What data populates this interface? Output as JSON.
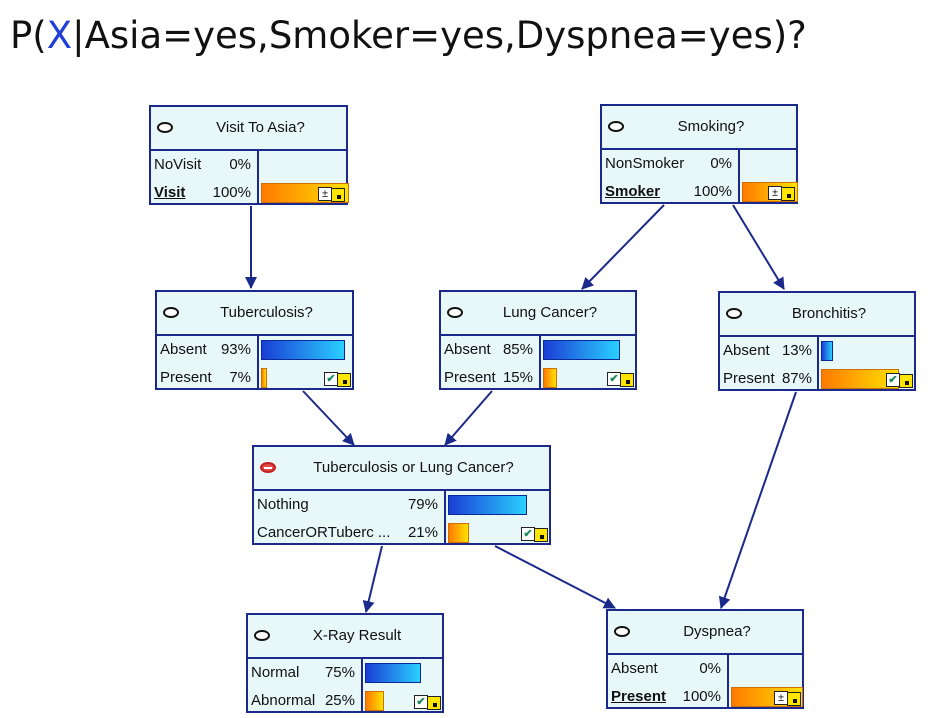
{
  "query": {
    "prefix": "P(",
    "var": "X",
    "rest": "|Asia=yes,Smoker=yes,Dyspnea=yes)?"
  },
  "colors": {
    "border": "#1b2a8a",
    "node_bg": "#e8f7f8",
    "edge": "#1b2a8a",
    "bar_blue": "#1a3ed6",
    "bar_orange": "#ff7a00",
    "evidence_marker": "#c02020"
  },
  "nodes": {
    "asia": {
      "title": "Visit To Asia?",
      "states": [
        {
          "label": "NoVisit",
          "pct": "0%",
          "value": 0
        },
        {
          "label": "Visit",
          "pct": "100%",
          "value": 100
        }
      ]
    },
    "smoking": {
      "title": "Smoking?",
      "states": [
        {
          "label": "NonSmoker",
          "pct": "0%",
          "value": 0
        },
        {
          "label": "Smoker",
          "pct": "100%",
          "value": 100
        }
      ]
    },
    "tub": {
      "title": "Tuberculosis?",
      "states": [
        {
          "label": "Absent",
          "pct": "93%",
          "value": 93
        },
        {
          "label": "Present",
          "pct": "7%",
          "value": 7
        }
      ]
    },
    "lung": {
      "title": "Lung Cancer?",
      "states": [
        {
          "label": "Absent",
          "pct": "85%",
          "value": 85
        },
        {
          "label": "Present",
          "pct": "15%",
          "value": 15
        }
      ]
    },
    "bronc": {
      "title": "Bronchitis?",
      "states": [
        {
          "label": "Absent",
          "pct": "13%",
          "value": 13
        },
        {
          "label": "Present",
          "pct": "87%",
          "value": 87
        }
      ]
    },
    "either": {
      "title": "Tuberculosis or Lung Cancer?",
      "states": [
        {
          "label": "Nothing",
          "pct": "79%",
          "value": 79
        },
        {
          "label": "CancerORTuberc ...",
          "pct": "21%",
          "value": 21
        }
      ]
    },
    "xray": {
      "title": "X-Ray Result",
      "states": [
        {
          "label": "Normal",
          "pct": "75%",
          "value": 75
        },
        {
          "label": "Abnormal",
          "pct": "25%",
          "value": 25
        }
      ]
    },
    "dysp": {
      "title": "Dyspnea?",
      "states": [
        {
          "label": "Absent",
          "pct": "0%",
          "value": 0
        },
        {
          "label": "Present",
          "pct": "100%",
          "value": 100
        }
      ]
    }
  }
}
